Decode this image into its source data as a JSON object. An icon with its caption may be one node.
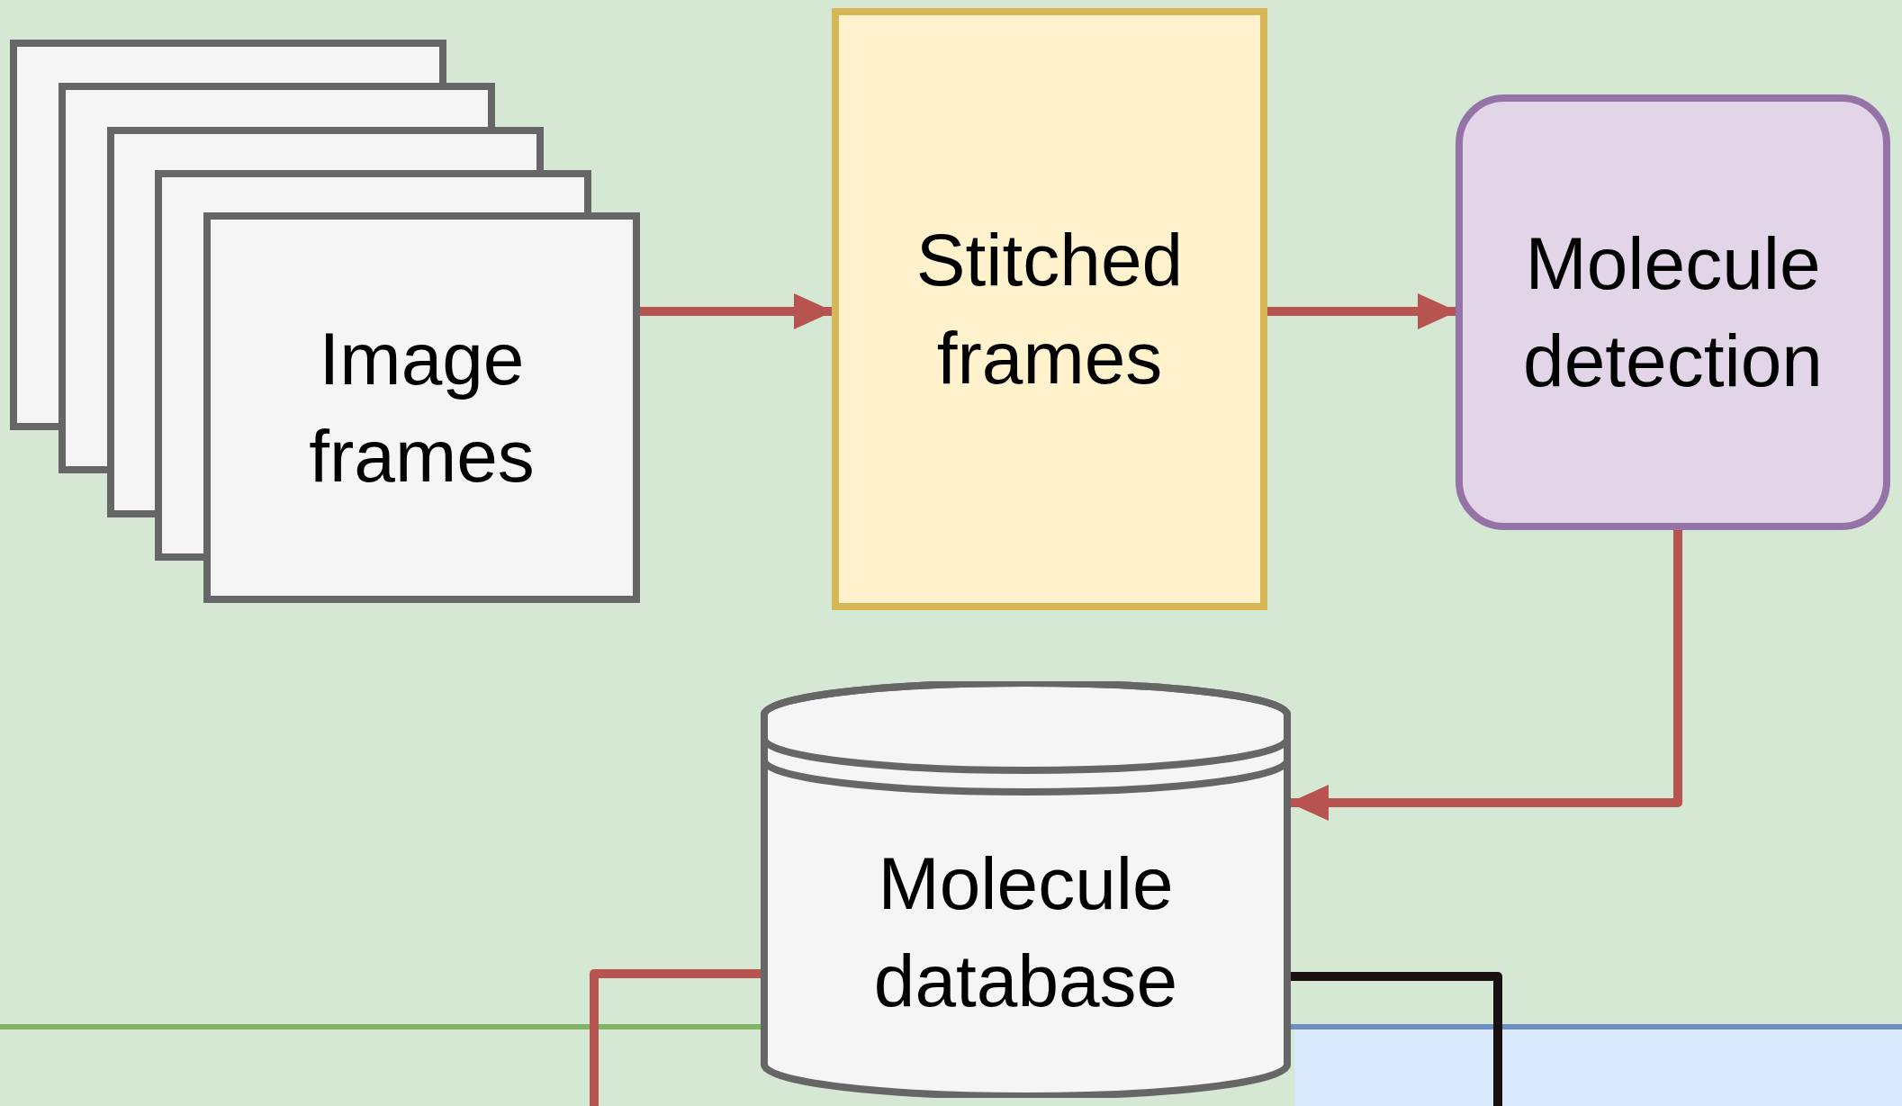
{
  "diagram": {
    "nodes": [
      {
        "text": [
          "Image frames"
        ]
      },
      {
        "text": [
          "Stitched frames"
        ]
      },
      {
        "text": [
          "Molecule detection"
        ]
      },
      {
        "text": [
          "Molecule database"
        ]
      }
    ],
    "edges": [
      {
        "from": 0,
        "to": 1,
        "arrow": "to"
      },
      {
        "from": 1,
        "to": 2,
        "arrow": "to"
      },
      {
        "from": 2,
        "to": 3,
        "arrow": "to"
      },
      {
        "from": 3,
        "to": null,
        "arrow": "none"
      },
      {
        "from": 3,
        "to": null,
        "arrow": "none",
        "color": "#1a1010"
      }
    ]
  }
}
